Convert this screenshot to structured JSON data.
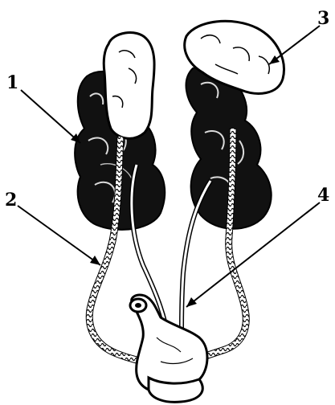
{
  "callouts": {
    "label_1": "1",
    "label_2": "2",
    "label_3": "3",
    "label_4": "4"
  },
  "colors": {
    "ink": "#000000",
    "paper": "#ffffff",
    "shade": "#1a1a1a"
  }
}
